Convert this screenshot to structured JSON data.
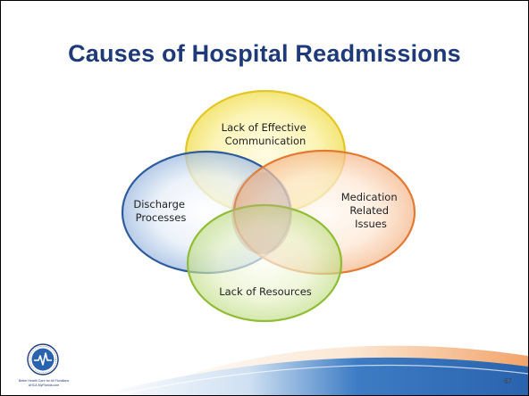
{
  "slide": {
    "title": "Causes of Hospital Readmissions",
    "page_number": "67"
  },
  "diagram": {
    "circles": [
      {
        "id": "communication",
        "lines": [
          "Lack of Effective",
          "Communication"
        ],
        "color": "#e8d23a"
      },
      {
        "id": "discharge",
        "lines": [
          "Discharge",
          "Processes"
        ],
        "color": "#2e5fa5"
      },
      {
        "id": "medication",
        "lines": [
          "Medication",
          "Related",
          "Issues"
        ],
        "color": "#e8823a"
      },
      {
        "id": "resources",
        "lines": [
          "Lack of Resources"
        ],
        "color": "#9cc43c"
      }
    ]
  },
  "footer": {
    "tagline_line1": "Better Health Care for All Floridians",
    "tagline_line2": "AHCA.MyFlorida.com"
  }
}
